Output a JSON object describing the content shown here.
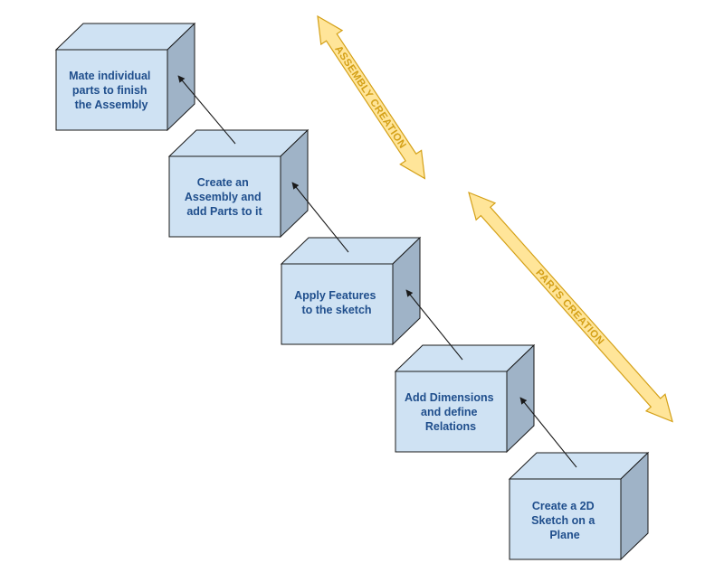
{
  "boxes": [
    {
      "id": "mate",
      "lines": [
        "Mate individual",
        "parts to finish",
        "the Assembly"
      ]
    },
    {
      "id": "assembly",
      "lines": [
        "Create an",
        "Assembly and",
        "add Parts to it"
      ]
    },
    {
      "id": "features",
      "lines": [
        "Apply Features",
        "to the sketch"
      ]
    },
    {
      "id": "dimensions",
      "lines": [
        "Add Dimensions",
        "and define",
        "Relations"
      ]
    },
    {
      "id": "sketch",
      "lines": [
        "Create a 2D",
        "Sketch on a",
        "Plane"
      ]
    }
  ],
  "bands": {
    "assembly": "ASSEMBLY CREATION",
    "parts": "PARTS CREATION"
  },
  "colors": {
    "box_front": "#cfe2f3",
    "box_top": "#cfe2f3",
    "box_side": "#9fb3c7",
    "box_stroke": "#1a1a1a",
    "label_text": "#1f4e8c",
    "band_fill": "#ffe599",
    "band_stroke": "#d4a017",
    "band_text": "#d4a017",
    "arrow": "#1a1a1a"
  }
}
